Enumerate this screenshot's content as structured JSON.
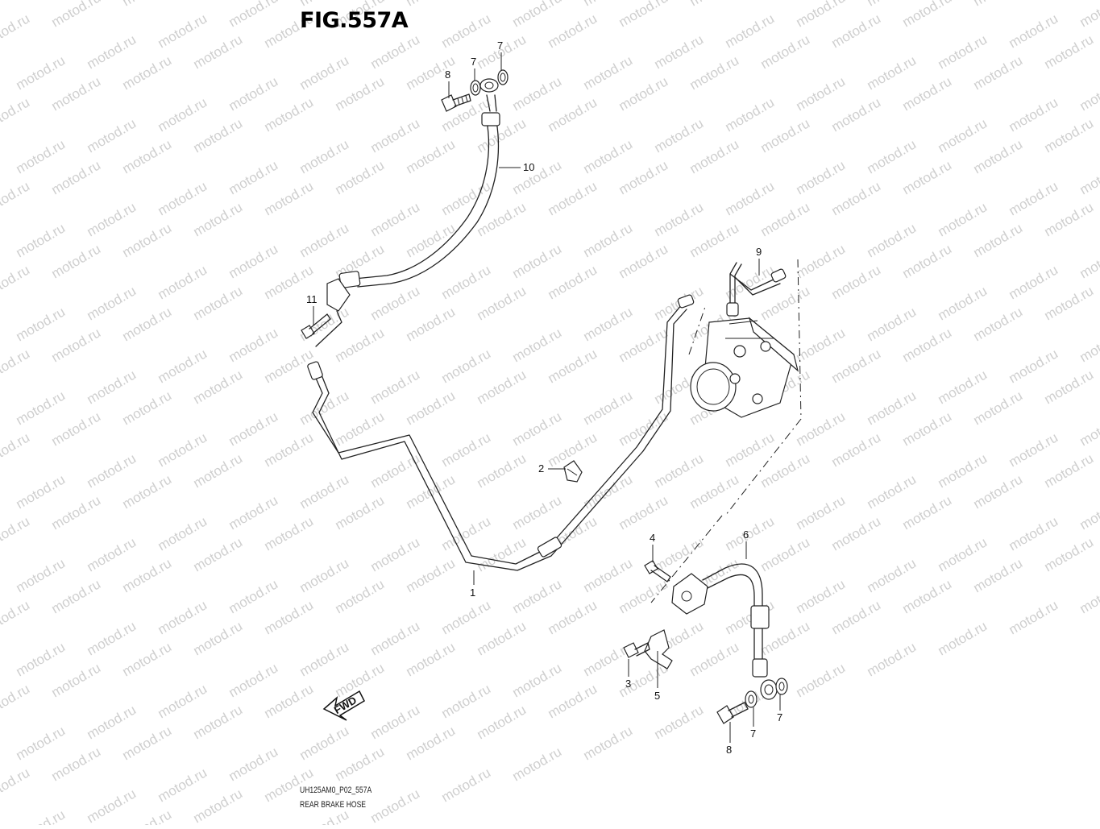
{
  "watermark": "motod.ru",
  "figure": {
    "title": "FIG.557A"
  },
  "footer": {
    "code": "UH125AM0_P02_557A",
    "name": "REAR BRAKE HOSE"
  },
  "fwd_label": "FWD",
  "callouts": [
    "8",
    "7",
    "7",
    "10",
    "11",
    "9",
    "2",
    "1",
    "4",
    "6",
    "3",
    "5",
    "7",
    "7",
    "8"
  ]
}
